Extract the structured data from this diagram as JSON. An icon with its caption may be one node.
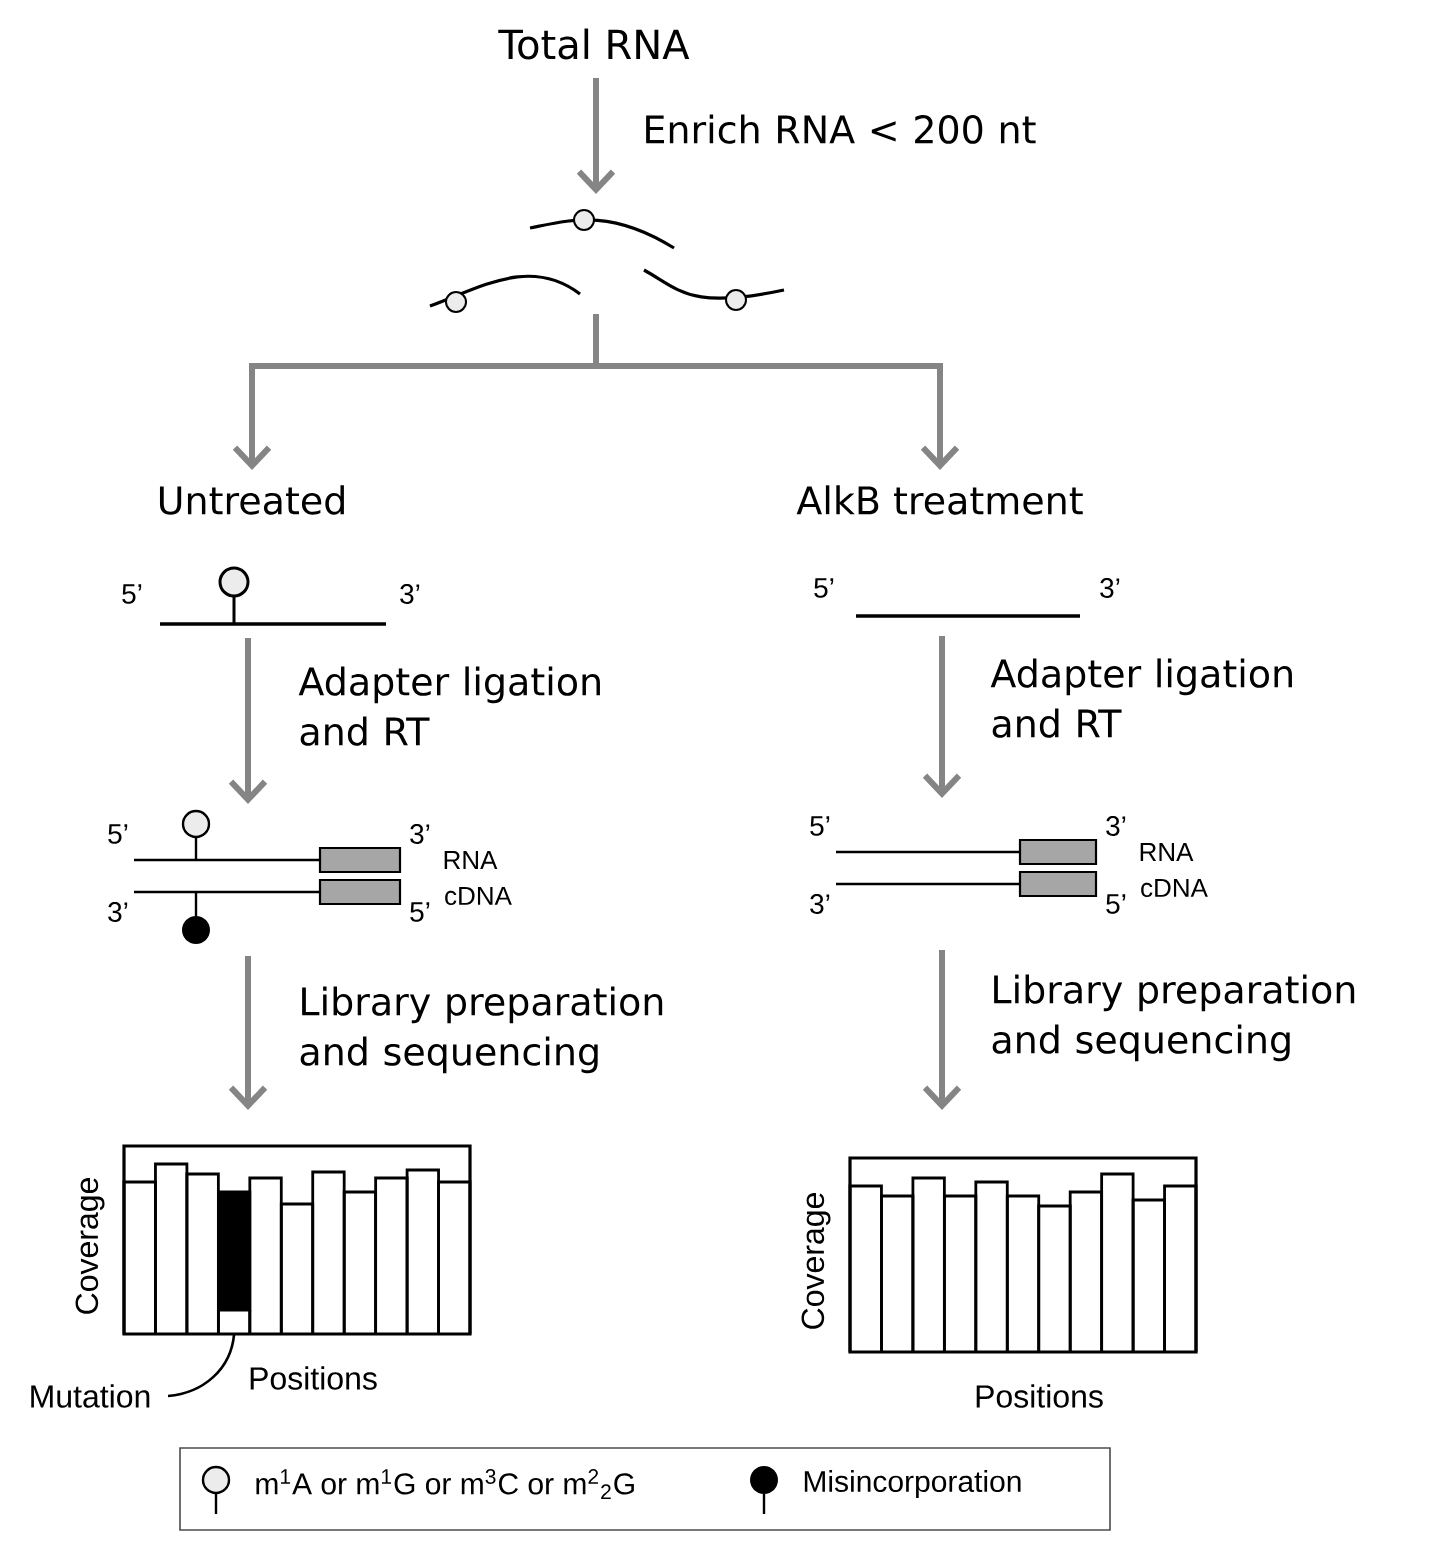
{
  "diagram": {
    "nodes": [
      {
        "text": [
          "Total RNA"
        ]
      },
      {
        "text": [],
        "shape": "picture"
      },
      {
        "text": [
          "Untreated"
        ]
      },
      {
        "text": [
          "AlkB treatment"
        ]
      },
      {
        "text": [
          "5’",
          "3’"
        ]
      },
      {
        "text": [
          "5’",
          "3’",
          "RNA",
          "3’",
          "5’",
          "cDNA"
        ]
      },
      {
        "text": [],
        "shape": "picture",
        "beside": [
          "Coverage",
          "Positions"
        ]
      },
      {
        "text": [],
        "shape": "bar",
        "in": 6
      },
      {
        "text": [
          "Mutation"
        ]
      },
      {
        "text": [
          "5’",
          "3’"
        ]
      },
      {
        "text": [
          "5’",
          "3’",
          "RNA",
          "3’",
          "5’",
          "cDNA"
        ]
      },
      {
        "text": [],
        "shape": "picture",
        "beside": [
          "Coverage",
          "Positions"
        ]
      }
    ],
    "edges": [
      {
        "from": 0,
        "to": 1,
        "arrow": "to",
        "label": "Enrich RNA < 200 nt"
      },
      {
        "from": 1,
        "to": 2,
        "arrow": "to"
      },
      {
        "from": 1,
        "to": 3,
        "arrow": "to"
      },
      {
        "from": 4,
        "to": 5,
        "arrow": "to",
        "label": "Adapter ligation and RT"
      },
      {
        "from": 5,
        "to": 6,
        "arrow": "to",
        "label": "Library preparation and sequencing"
      },
      {
        "from": 8,
        "to": 7,
        "arrow": "none",
        "color": "#000000"
      },
      {
        "from": 9,
        "to": 10,
        "arrow": "to",
        "label": "Adapter ligation and RT"
      },
      {
        "from": 10,
        "to": 11,
        "arrow": "to",
        "label": "Library preparation and sequencing"
      }
    ],
    "legend": [
      {
        "text": "m$^{1}$A or m$^{1}$G or m$^{3}$C or m$^{2}$$_{2}$G"
      },
      {
        "text": "Misincorporation"
      }
    ]
  }
}
